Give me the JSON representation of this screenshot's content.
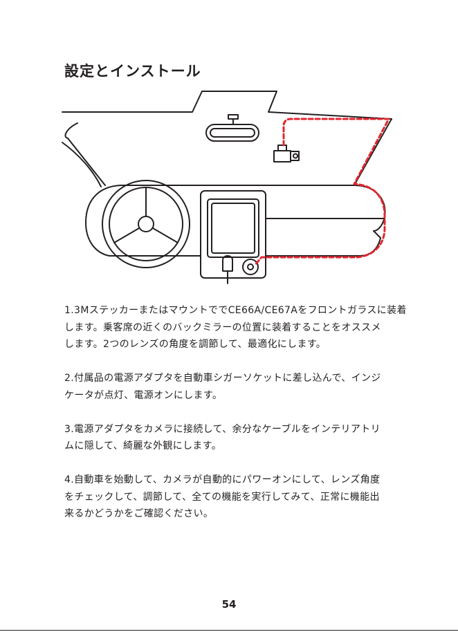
{
  "page": {
    "title": "設定とインストール",
    "page_number": "54"
  },
  "steps": [
    {
      "lines": [
        "1.3Mステッカーまたはマウントでで​CE66A/CE67Aをフロントガラスに装着",
        "します。乗客席の近くのバックミラーの位置に装着することをオススメ",
        "します。2つのレンズの角度を調節して、最適化にします。"
      ]
    },
    {
      "lines": [
        "2.付属品の電源アダプタを自動車シガーソケットに差し込んで、インジ",
        "ケータが点灯、電源オンにします。"
      ]
    },
    {
      "lines": [
        "3.電源アダプタをカメラに接続して、余分なケーブルをインテリアトリ",
        "ムに隠して、綺麗な外観にします。"
      ]
    },
    {
      "lines": [
        "4.自動車を始動して、カメラが自動的にパワーオンにして、レンズ角度",
        "をチェックして、調節して、全ての機能を実行してみて、正常に機能出",
        "来るかどうかをご確認ください。"
      ]
    }
  ],
  "colors": {
    "ink": "#231f20",
    "cable": "#e3262e"
  },
  "icons": {
    "illustration": "car-interior-dashcam-install"
  }
}
